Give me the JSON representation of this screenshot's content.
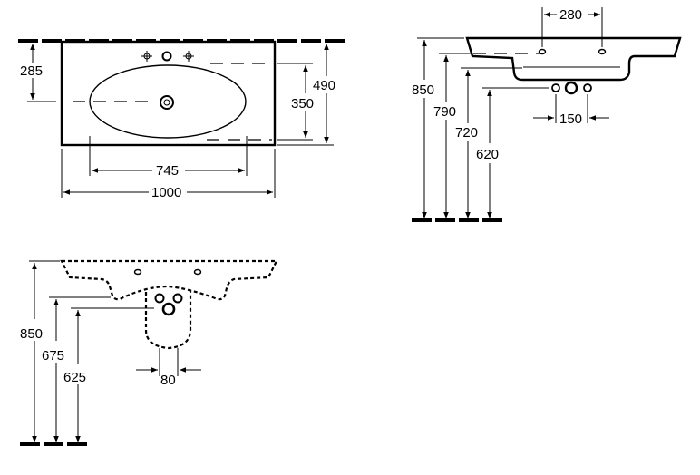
{
  "top_view": {
    "width": "1000",
    "bowl_width": "745",
    "depth": "490",
    "bowl_depth": "350",
    "drain_offset": "285"
  },
  "side_view": {
    "tap_spacing": "280",
    "height_total": "850",
    "height_rim": "790",
    "height_waste": "720",
    "height_supply": "620",
    "supply_spacing": "150"
  },
  "front_view": {
    "height_total": "850",
    "height_waste": "675",
    "height_supply": "625",
    "supply_spacing": "80"
  }
}
